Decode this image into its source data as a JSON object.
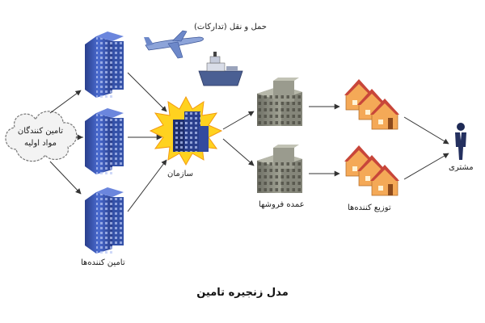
{
  "raw_material_suppliers": {
    "line1": "تامین کنندگان",
    "line2": "مواد اولیه"
  },
  "suppliers_label": "تامین کننده‌ها",
  "organization_label": "سازمان",
  "transport_label": "حمل و نقل (تدارکات)",
  "wholesalers_label": "عمده فروشها",
  "distributors_label": "توزیع کننده‌ها",
  "customer_label": "مشتری",
  "caption": "مدل زنجیره تامین",
  "colors": {
    "building_blue": "#3f5cb8",
    "building_dark": "#2a3f8c",
    "warehouse_gray": "#8e8f82",
    "house_orange": "#f4a957",
    "roof_red": "#c8463a",
    "burst_yellow": "#ffd21f",
    "arrow": "#333333"
  }
}
